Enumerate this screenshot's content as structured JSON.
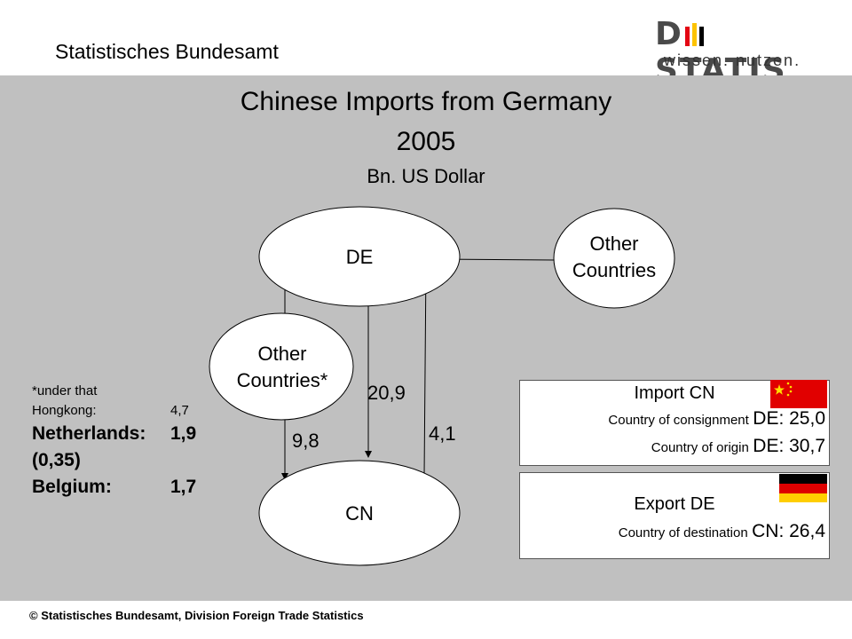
{
  "header": {
    "org_name": "Statistisches Bundesamt",
    "logo": {
      "word": "DSTATIS",
      "tagline": "wissen. nutzen.",
      "accent_colors": [
        "#e30613",
        "#fdc300",
        "#000000"
      ]
    }
  },
  "title": {
    "line1": "Chinese Imports from Germany",
    "line2": "2005",
    "unit": "Bn. US Dollar"
  },
  "diagram": {
    "nodes": {
      "de": "DE",
      "cn": "CN",
      "other_top": [
        "Other",
        "Countries"
      ],
      "other_mid": [
        "Other",
        "Countries*"
      ]
    },
    "flows": {
      "de_to_cn": "20,9",
      "via_other": "9,8",
      "other_to_cn": "4,1"
    }
  },
  "note": {
    "heading": "*under that",
    "rows": [
      {
        "label": "Hongkong:",
        "value": "4,7",
        "style": "small"
      },
      {
        "label": "Netherlands:",
        "value": "1,9",
        "style": "big"
      },
      {
        "label": "(0,35)",
        "value": "",
        "style": "big"
      },
      {
        "label": "Belgium:",
        "value": "1,7",
        "style": "big"
      }
    ]
  },
  "import_box": {
    "title": "Import CN",
    "line1": {
      "label": "Country of consignment",
      "value": "DE: 25,0"
    },
    "line2": {
      "label": "Country of origin",
      "value": "DE: 30,7"
    },
    "flag": "china-flag-icon"
  },
  "export_box": {
    "title": "Export DE",
    "line1": {
      "label": "Country of destination",
      "value": "CN: 26,4"
    },
    "flag": "germany-flag-icon"
  },
  "footer": {
    "text": "© Statistisches Bundesamt, Division Foreign Trade Statistics"
  },
  "colors": {
    "slide_bg": "#c0c0c0",
    "china_red": "#e10000",
    "china_star": "#ffde00",
    "de_black": "#000000",
    "de_red": "#dd0000",
    "de_gold": "#ffce00"
  }
}
